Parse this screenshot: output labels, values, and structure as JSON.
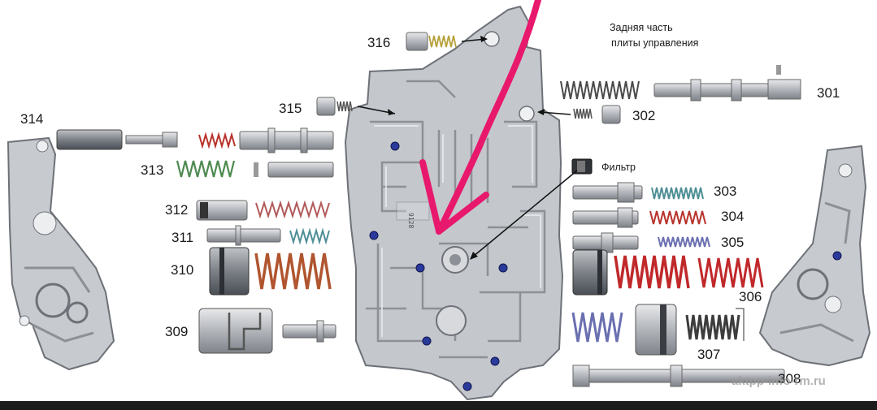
{
  "title_line1": "Задняя часть",
  "title_line2": "плиты управления",
  "filter_label": "Фильтр",
  "watermark": "aktpp-info-rm.ru",
  "part_labels": {
    "p301": "301",
    "p302": "302",
    "p303": "303",
    "p304": "304",
    "p305": "305",
    "p306": "306",
    "p307": "307",
    "p308": "308",
    "p309": "309",
    "p310": "310",
    "p311": "311",
    "p312": "312",
    "p313": "313",
    "p314": "314",
    "p315": "315",
    "p316": "316"
  },
  "plate_stamp": "9128",
  "colors": {
    "plate": "#c4c7cc",
    "plate_dark": "#8d9197",
    "bolt": "#2a3a9a",
    "spring_red": "#b8322c",
    "spring_green": "#4d8a50",
    "spring_teal": "#4f8f96",
    "spring_blue": "#6a6fb0",
    "spring_yellow": "#b8a23a",
    "spring_dark": "#4a4a4a",
    "arrow_pink": "#e8186d"
  }
}
